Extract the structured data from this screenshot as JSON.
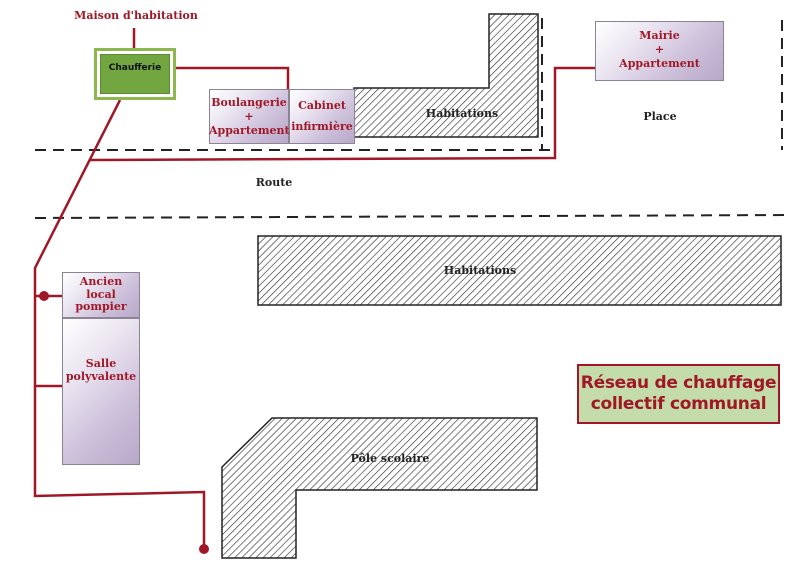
{
  "diagram": {
    "title_line1": "Réseau de chauffage",
    "title_line2": "collectif communal",
    "labels": {
      "maison": "Maison d'habitation",
      "chaufferie": "Chaufferie",
      "boulangerie": [
        "Boulangerie",
        "+",
        "Appartement"
      ],
      "cabinet": [
        "Cabinet",
        "infirmière"
      ],
      "habitations_top": "Habitations",
      "mairie": [
        "Mairie",
        "+",
        "Appartement"
      ],
      "place": "Place",
      "route": "Route",
      "habitations_mid": "Habitations",
      "ancien": [
        "Ancien",
        "local",
        "pompier"
      ],
      "salle": [
        "Salle",
        "polyvalente"
      ],
      "pole": "Pôle scolaire"
    },
    "colors": {
      "network": "#a01828",
      "chaufferie": "#72a641",
      "legend_bg": "#c3dcaa",
      "building_gradient_end": "#b7a8c8"
    }
  }
}
